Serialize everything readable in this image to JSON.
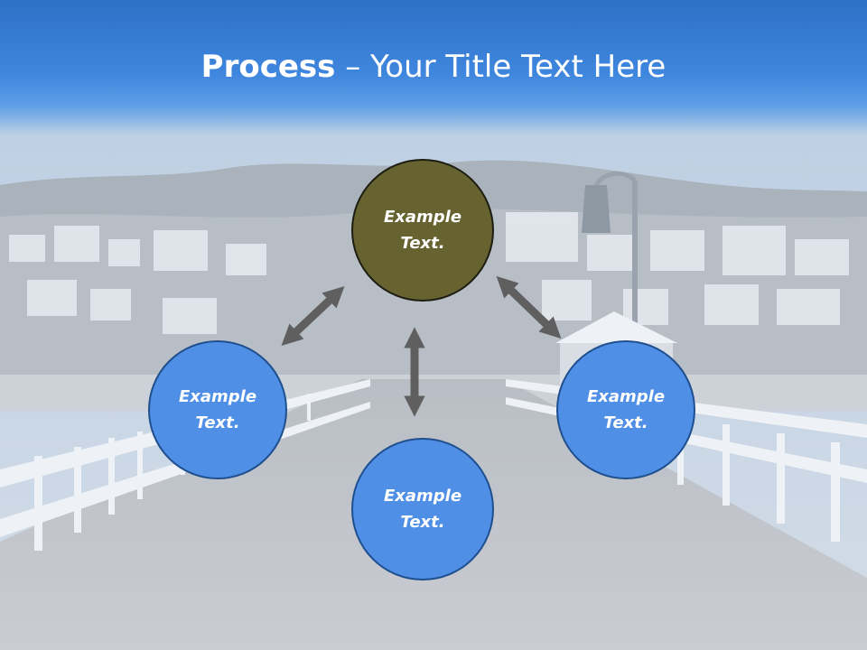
{
  "title": {
    "bold": "Process",
    "separator": " – ",
    "rest": "Your Title Text Here"
  },
  "circles": {
    "top": {
      "line1": "Example",
      "line2": "Text."
    },
    "left": {
      "line1": "Example",
      "line2": "Text."
    },
    "right": {
      "line1": "Example",
      "line2": "Text."
    },
    "bottom": {
      "line1": "Example",
      "line2": "Text."
    }
  },
  "colors": {
    "title_band": "#2d71c6",
    "circle_blue": "#4f8fe6",
    "circle_blue_border": "#1f4f8e",
    "circle_olive": "#666330",
    "arrow": "#5f5f5f"
  },
  "icons": {
    "arrows": "double-headed-arrow-icon"
  }
}
